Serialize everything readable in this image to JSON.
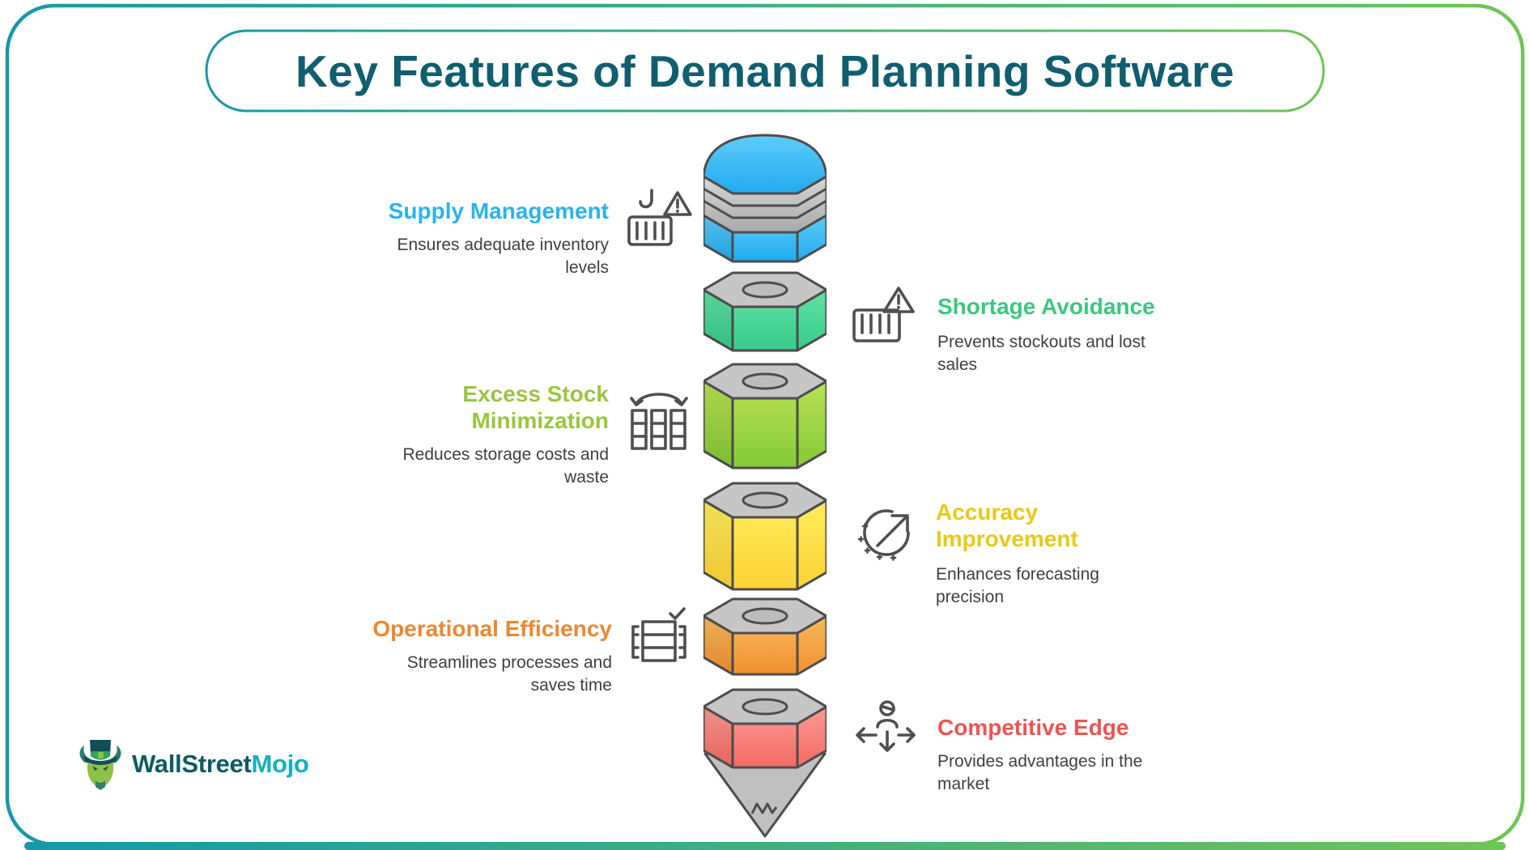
{
  "frame": {
    "border_start": "#1697ab",
    "border_end": "#6ec654"
  },
  "header": {
    "title": "Key Features of Demand Planning Software",
    "color": "#105e70",
    "border_start": "#1697ab",
    "border_end": "#6ec654"
  },
  "text_color": "#3f3f3f",
  "features": [
    {
      "title": "Supply Management",
      "description": "Ensures adequate inventory levels",
      "color": "#2bb3ea",
      "icon": "crane-container-warning"
    },
    {
      "title": "Shortage Avoidance",
      "description": "Prevents stockouts and lost sales",
      "color": "#3bc87e",
      "icon": "container-warning"
    },
    {
      "title": "Excess Stock Minimization",
      "description": "Reduces storage costs and waste",
      "color": "#9bc53e",
      "icon": "stock-columns-arrows"
    },
    {
      "title": "Accuracy Improvement",
      "description": "Enhances forecasting precision",
      "color": "#e9c916",
      "icon": "arrow-up-right-target"
    },
    {
      "title": "Operational Efficiency",
      "description": "Streamlines processes and saves time",
      "color": "#ec8834",
      "icon": "table-checkmark"
    },
    {
      "title": "Competitive Edge",
      "description": "Provides advantages in the market",
      "color": "#f05351",
      "icon": "person-direction-arrows"
    }
  ],
  "pencil": {
    "outline": "#4d4d4d",
    "top_face": "#c6c6c6",
    "ellipse_face": "#bdbdbd",
    "metal_light": "#d8d8d8",
    "metal_dark": "#a9a9a9",
    "tip": "#c0c0c0",
    "segments": [
      {
        "name": "supply-management",
        "light": "#5ecdf8",
        "dark": "#21aaf0"
      },
      {
        "name": "shortage-avoidance",
        "light": "#63e0a4",
        "dark": "#35cd8a"
      },
      {
        "name": "excess-stock-minimization",
        "light": "#b9e156",
        "dark": "#84ca36"
      },
      {
        "name": "accuracy-improvement",
        "light": "#fdec5c",
        "dark": "#fdd335"
      },
      {
        "name": "operational-efficiency",
        "light": "#f8b95e",
        "dark": "#f0902f"
      },
      {
        "name": "competitive-edge",
        "light": "#fa9b94",
        "dark": "#f56a62"
      }
    ]
  },
  "logo": {
    "part1": "WallStreet",
    "part2": "Mojo",
    "part1_color": "#0d5b63",
    "part2_color": "#14b0bd",
    "hat_color": "#0e4f58",
    "face_color": "#8fc04c",
    "horn_color": "#2a7d72",
    "band_color": "#3aa05c"
  }
}
